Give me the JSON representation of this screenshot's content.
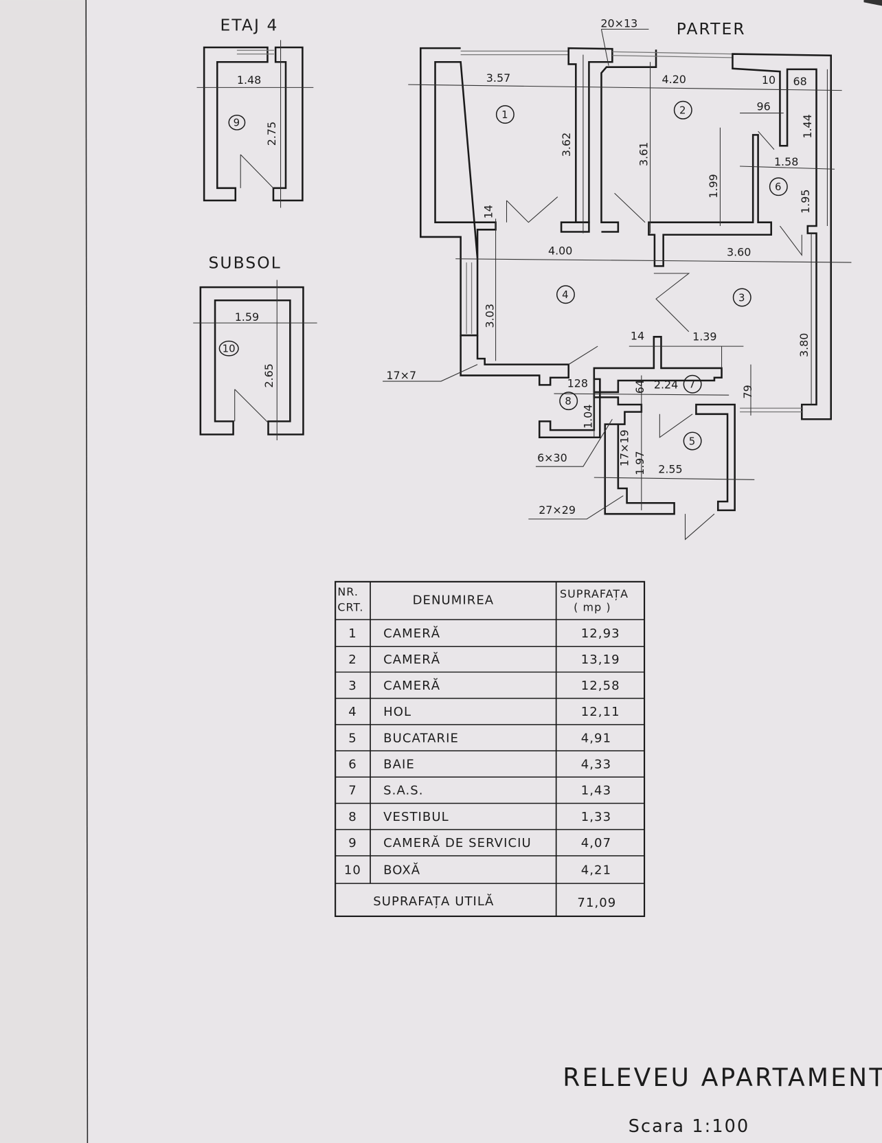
{
  "titles": {
    "etaj": "ETAJ 4",
    "subsol": "SUBSOL",
    "parter": "PARTER",
    "main_title": "RELEVEU APARTAMENT",
    "scale": "Scara 1:100"
  },
  "etaj_plan": {
    "room": "9",
    "width": "1.48",
    "length": "2.75"
  },
  "subsol_plan": {
    "room": "10",
    "width": "1.59",
    "length": "2.65"
  },
  "parter_plan": {
    "rooms": [
      "1",
      "2",
      "3",
      "4",
      "5",
      "6",
      "7",
      "8"
    ],
    "dims": {
      "d_20x13": "20×13",
      "d_357": "3.57",
      "d_420": "4.20",
      "d_10": "10",
      "d_68": "68",
      "d_96": "96",
      "d_144": "1.44",
      "d_362": "3.62",
      "d_361": "3.61",
      "d_199": "1.99",
      "d_158": "1.58",
      "d_195": "1.95",
      "d_14a": "14",
      "d_400": "4.00",
      "d_360": "3.60",
      "d_303": "3.03",
      "d_14b": "14",
      "d_139": "1.39",
      "d_380": "3.80",
      "d_17x7": "17×7",
      "d_128": "128",
      "d_64": "64",
      "d_224": "2.24",
      "d_79": "79",
      "d_104": "1.04",
      "d_6x30": "6×30",
      "d_17x19": "17×19",
      "d_197": "1.97",
      "d_255": "2.55",
      "d_27x29": "27×29"
    }
  },
  "table": {
    "headers": {
      "nr": "NR.",
      "crt": "CRT.",
      "name": "DENUMIREA",
      "area": "SUPRAFAȚA",
      "unit": "( mp )"
    },
    "rows": [
      {
        "nr": "1",
        "name": "CAMERĂ",
        "area": "12,93"
      },
      {
        "nr": "2",
        "name": "CAMERĂ",
        "area": "13,19"
      },
      {
        "nr": "3",
        "name": "CAMERĂ",
        "area": "12,58"
      },
      {
        "nr": "4",
        "name": "HOL",
        "area": "12,11"
      },
      {
        "nr": "5",
        "name": "BUCATARIE",
        "area": "4,91"
      },
      {
        "nr": "6",
        "name": "BAIE",
        "area": "4,33"
      },
      {
        "nr": "7",
        "name": "S.A.S.",
        "area": "1,43"
      },
      {
        "nr": "8",
        "name": "VESTIBUL",
        "area": "1,33"
      },
      {
        "nr": "9",
        "name": "CAMERĂ DE SERVICIU",
        "area": "4,07"
      },
      {
        "nr": "10",
        "name": "BOXĂ",
        "area": "4,21"
      }
    ],
    "total_label": "SUPRAFAȚA UTILĂ",
    "total_value": "71,09"
  }
}
